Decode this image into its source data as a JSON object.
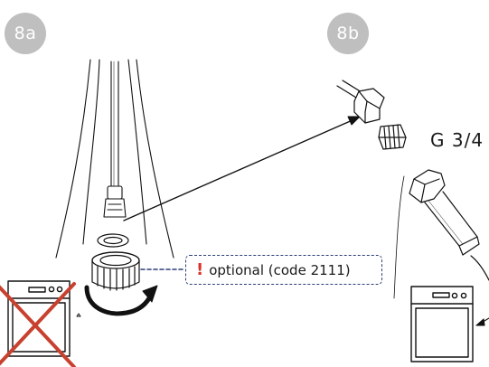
{
  "steps": {
    "left": "8a",
    "right": "8b"
  },
  "note": {
    "mark": "!",
    "text": "optional (code 2111)"
  },
  "thread_label": "G 3/4",
  "colors": {
    "badge": "#bfbfbf",
    "line": "#111111",
    "note_border": "#2e3f78",
    "warning_mark": "#d8332a",
    "cross": "#c8412f"
  },
  "icons": {
    "left_appliance": "dishwasher-icon",
    "right_appliance": "dishwasher-icon",
    "crossed": "cross-icon",
    "rotation": "rotate-arrow-icon"
  }
}
